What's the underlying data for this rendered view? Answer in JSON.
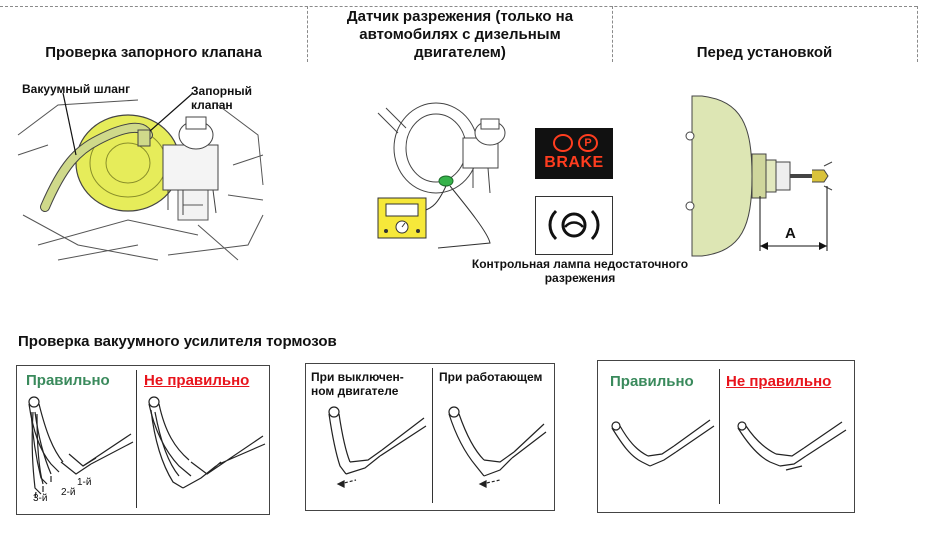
{
  "header": {
    "check_valve_title": "Проверка запорного клапана",
    "sensor_title": "Датчик разрежения (только на автомобилях с дизельным двигателем)",
    "before_install_title": "Перед установкой"
  },
  "check_valve": {
    "hose_label": "Вакуумный шланг",
    "valve_label": "Запорный клапан"
  },
  "sensor": {
    "indicator_text": "BRAKE",
    "lamp_caption": "Контрольная лампа недостаточного разрежения"
  },
  "before_install": {
    "dimension_label": "A"
  },
  "booster_check": {
    "title": "Проверка вакуумного усилителя тормозов",
    "panel1": {
      "correct": "Правильно",
      "incorrect": "Не правильно",
      "step1": "1-й",
      "step2": "2-й",
      "step3": "3-й"
    },
    "panel2": {
      "engine_off": "При выключен-ном двигателе",
      "engine_running": "При работающем"
    },
    "panel3": {
      "correct": "Правильно",
      "incorrect": "Не правильно"
    }
  },
  "colors": {
    "correct_green": "#3a8a5c",
    "incorrect_red": "#e8141c",
    "booster_yellow": "#e6ec5a",
    "booster_drum_green": "#dde6b4",
    "brake_lamp_red": "#ff3d1f"
  }
}
